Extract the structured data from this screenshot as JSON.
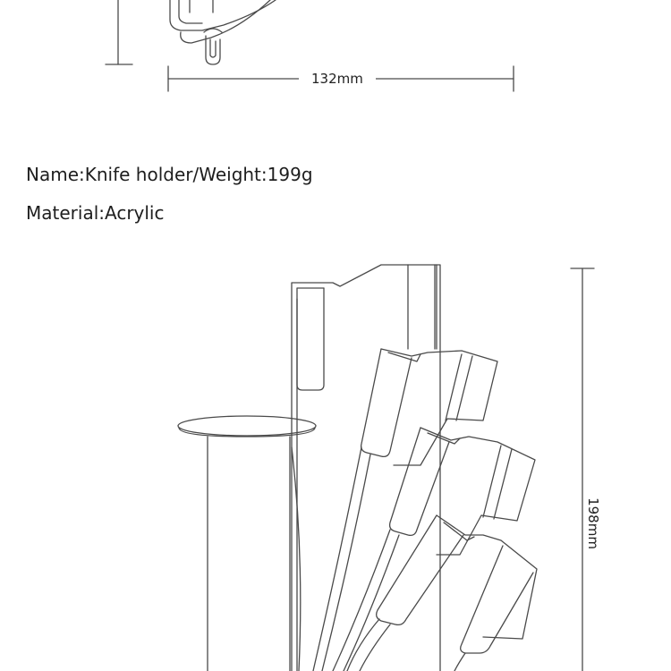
{
  "dimensions": {
    "width_label": "132mm",
    "height_label": "198mm"
  },
  "specs": {
    "line_1": "Name:Knife holder/Weight:199g",
    "line_2": "Material:Acrylic"
  },
  "colors": {
    "line": "#4a4a4a",
    "text": "#1e1e1e",
    "background": "#ffffff"
  }
}
